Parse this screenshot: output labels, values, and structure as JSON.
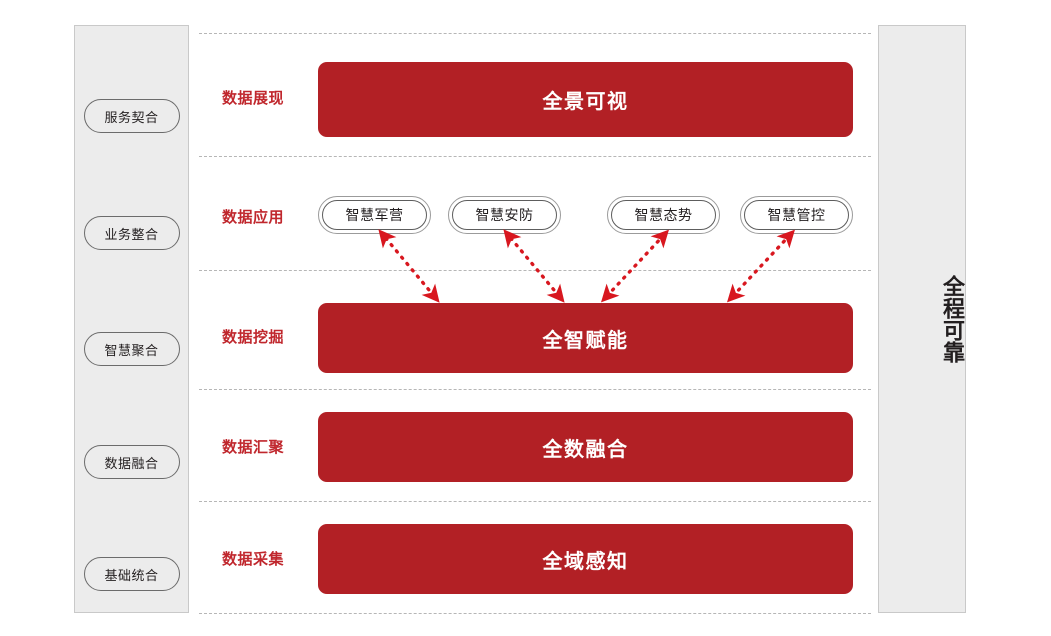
{
  "left_panel": {
    "name": "maturity-stages",
    "items": [
      {
        "label": "服务契合"
      },
      {
        "label": "业务整合"
      },
      {
        "label": "智慧聚合"
      },
      {
        "label": "数据融合"
      },
      {
        "label": "基础统合"
      }
    ]
  },
  "right_panel": {
    "label": "全程可靠"
  },
  "rows": [
    {
      "stage_label": "数据展现",
      "bar_label": "全景可视"
    },
    {
      "stage_label": "数据应用",
      "bar_label": ""
    },
    {
      "stage_label": "数据挖掘",
      "bar_label": "全智赋能"
    },
    {
      "stage_label": "数据汇聚",
      "bar_label": "全数融合"
    },
    {
      "stage_label": "数据采集",
      "bar_label": "全域感知"
    }
  ],
  "applications": [
    {
      "label": "智慧军营"
    },
    {
      "label": "智慧安防"
    },
    {
      "label": "智慧态势"
    },
    {
      "label": "智慧管控"
    }
  ],
  "colors": {
    "brand_red": "#b22025",
    "label_red": "#c0272d",
    "panel_gray": "#ececec",
    "separator_gray": "#b6b6b6",
    "text_dark": "#231f20"
  }
}
